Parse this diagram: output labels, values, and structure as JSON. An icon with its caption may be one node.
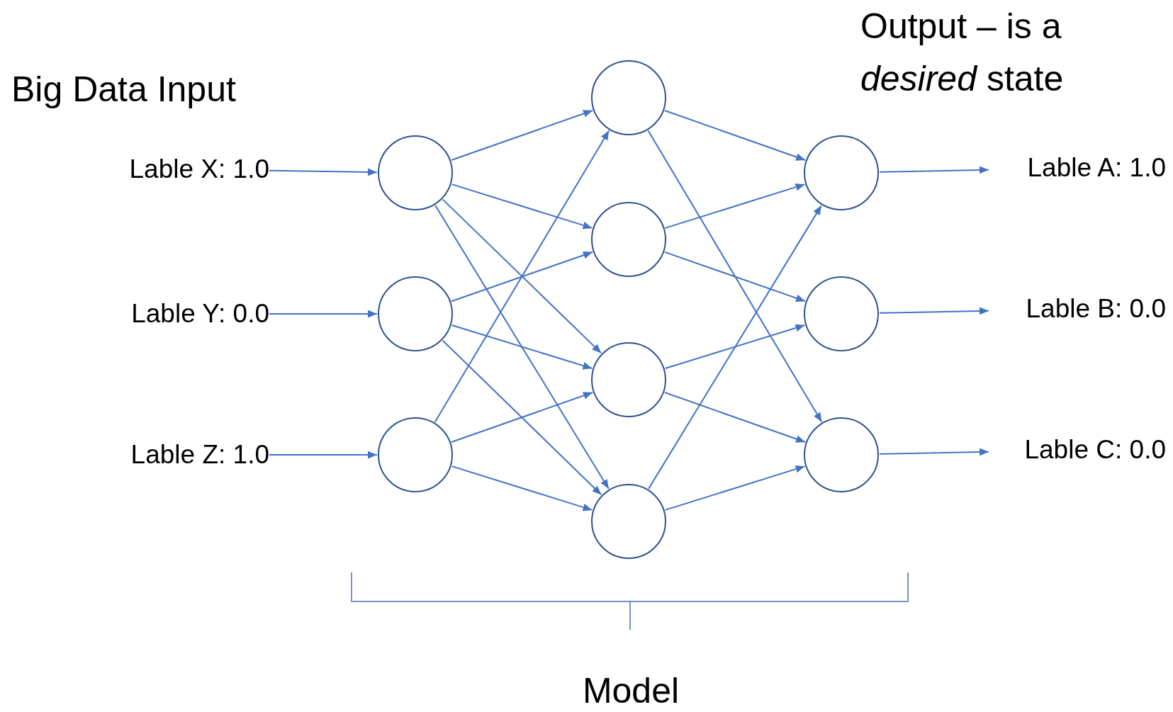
{
  "diagram": {
    "nodes": [
      {
        "text": [
          "Lable X: 1.0"
        ]
      },
      {
        "text": [
          "Lable Y: 0.0"
        ]
      },
      {
        "text": [
          "Lable Z: 1.0"
        ]
      },
      {
        "text": [],
        "shape": "circle"
      },
      {
        "text": [],
        "shape": "circle"
      },
      {
        "text": [],
        "shape": "circle"
      },
      {
        "text": [],
        "shape": "circle"
      },
      {
        "text": [],
        "shape": "circle"
      },
      {
        "text": [],
        "shape": "circle"
      },
      {
        "text": [],
        "shape": "circle"
      },
      {
        "text": [],
        "shape": "circle"
      },
      {
        "text": [],
        "shape": "circle"
      },
      {
        "text": [],
        "shape": "circle"
      },
      {
        "text": [
          "Lable A: 1.0"
        ]
      },
      {
        "text": [
          "Lable B: 0.0"
        ]
      },
      {
        "text": [
          "Lable C: 0.0"
        ]
      }
    ],
    "edges": [
      {
        "from": 0,
        "to": 3,
        "arrow": "to"
      },
      {
        "from": 1,
        "to": 4,
        "arrow": "to"
      },
      {
        "from": 2,
        "to": 5,
        "arrow": "to"
      },
      {
        "from": 3,
        "to": 6,
        "arrow": "to"
      },
      {
        "from": 3,
        "to": 7,
        "arrow": "to"
      },
      {
        "from": 3,
        "to": 8,
        "arrow": "to"
      },
      {
        "from": 3,
        "to": 9,
        "arrow": "to"
      },
      {
        "from": 4,
        "to": 7,
        "arrow": "to"
      },
      {
        "from": 4,
        "to": 8,
        "arrow": "to"
      },
      {
        "from": 4,
        "to": 9,
        "arrow": "to"
      },
      {
        "from": 5,
        "to": 6,
        "arrow": "to"
      },
      {
        "from": 5,
        "to": 8,
        "arrow": "to"
      },
      {
        "from": 5,
        "to": 9,
        "arrow": "to"
      },
      {
        "from": 6,
        "to": 10,
        "arrow": "to"
      },
      {
        "from": 6,
        "to": 12,
        "arrow": "to"
      },
      {
        "from": 7,
        "to": 10,
        "arrow": "to"
      },
      {
        "from": 7,
        "to": 11,
        "arrow": "to"
      },
      {
        "from": 8,
        "to": 11,
        "arrow": "to"
      },
      {
        "from": 8,
        "to": 12,
        "arrow": "to"
      },
      {
        "from": 9,
        "to": 10,
        "arrow": "to"
      },
      {
        "from": 9,
        "to": 12,
        "arrow": "to"
      },
      {
        "from": 10,
        "to": 13,
        "arrow": "to"
      },
      {
        "from": 11,
        "to": 14,
        "arrow": "to"
      },
      {
        "from": 12,
        "to": 15,
        "arrow": "to"
      }
    ],
    "labels": [
      "Big Data Input",
      "Output – is a *desired* state",
      "Model"
    ]
  }
}
